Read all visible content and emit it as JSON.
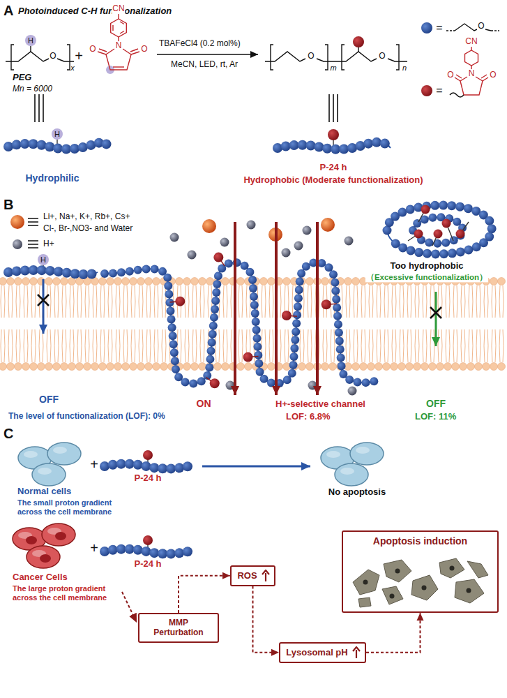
{
  "diagram": {
    "nodes": [
      {
        "text": [
          "MMP Perturbation"
        ]
      },
      {
        "text": [
          "ROS"
        ]
      },
      {
        "text": [
          "Lysosomal pH"
        ]
      },
      {
        "text": [
          "Apoptosis induction"
        ]
      }
    ],
    "edges": [
      {
        "from": 0,
        "to": 1,
        "arrow": "to"
      },
      {
        "from": 1,
        "to": 2,
        "arrow": "to"
      },
      {
        "from": 2,
        "to": 3,
        "arrow": "to"
      }
    ],
    "labels": [
      "A",
      "Photoinduced C-H functionalization",
      "H",
      "O",
      "x",
      "PEG",
      "Mn = 6000",
      "+",
      "CN",
      "N",
      "O",
      "O",
      "TBAFeCl4 (0.2 mol%)",
      "MeCN, LED, rt, Ar",
      "O",
      "m",
      "O",
      "n",
      "=",
      "O",
      "=",
      "CN",
      "N",
      "O",
      "O",
      "H",
      "Hydrophilic",
      "P-24 h",
      "Hydrophobic (Moderate functionalization)",
      "B",
      "Li+, Na+, K+, Rb+, Cs+",
      "Cl-, Br-,NO3- and Water",
      "H+",
      "H",
      "OFF",
      "The level of functionalization (LOF): 0%",
      "ON",
      "H+-selective channel",
      "LOF: 6.8%",
      "Too hydrophobic",
      "（Excessive functionalization）",
      "OFF",
      "LOF: 11%",
      "C",
      "Normal cells",
      "The small proton gradient across the cell membrane",
      "+",
      "P-24 h",
      "No apoptosis",
      "Cancer Cells",
      "The large proton gradient across the cell membrane",
      "+",
      "P-24 h"
    ]
  }
}
